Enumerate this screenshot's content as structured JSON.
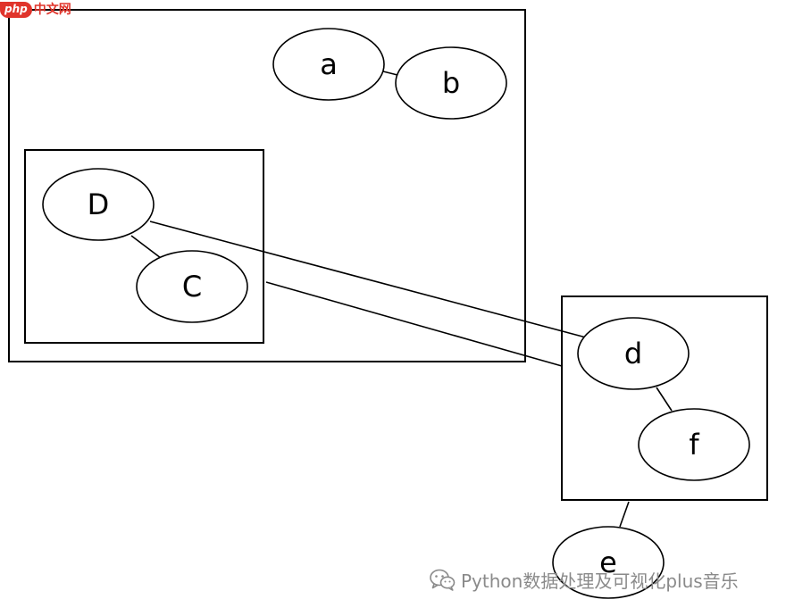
{
  "diagram": {
    "clusters": [
      {
        "id": "outer_left",
        "contains": [
          "a",
          "b",
          "inner_left"
        ]
      },
      {
        "id": "inner_left",
        "contains": [
          "D",
          "C"
        ]
      },
      {
        "id": "right",
        "contains": [
          "d",
          "f"
        ]
      }
    ],
    "nodes": [
      {
        "id": "a",
        "label": "a"
      },
      {
        "id": "b",
        "label": "b"
      },
      {
        "id": "D",
        "label": "D"
      },
      {
        "id": "C",
        "label": "C"
      },
      {
        "id": "d",
        "label": "d"
      },
      {
        "id": "f",
        "label": "f"
      },
      {
        "id": "e",
        "label": "e"
      }
    ],
    "edges": [
      {
        "from": "a",
        "to": "b"
      },
      {
        "from": "D",
        "to": "C"
      },
      {
        "from": "d",
        "to": "f"
      },
      {
        "from": "D",
        "to": "d"
      },
      {
        "from": "inner_left",
        "to": "right"
      },
      {
        "from": "right",
        "to": "e"
      }
    ]
  },
  "watermark": {
    "logo_badge": "php",
    "logo_site": "中文网",
    "bottom_icon": "wechat-icon",
    "bottom_text": "Python数据处理及可视化plus音乐",
    "color": "#8a8a8a",
    "logo_color": "#e0342b"
  }
}
